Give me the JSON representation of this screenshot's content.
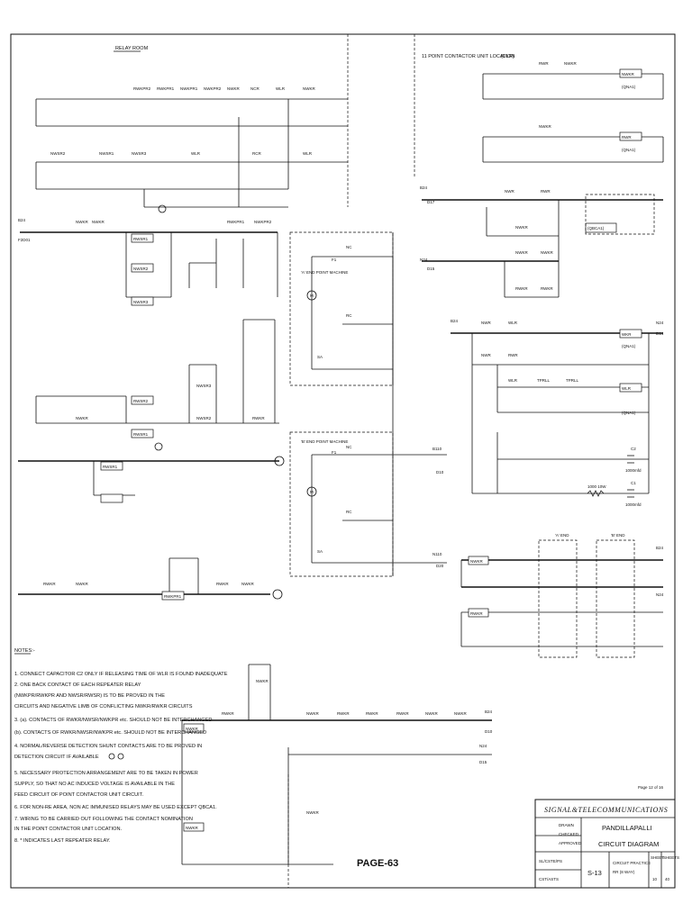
{
  "header": {
    "relay_room": "RELAY ROOM",
    "contactor_location": "11 POINT CONTACTOR UNIT LOCATION",
    "lr_label": "(ULR)"
  },
  "relays": {
    "left_top": [
      "RWKPR2",
      "RWKPR1",
      "NWKPR1",
      "NWKPR2",
      "NWKR",
      "NCR",
      "WLR",
      "NWKR"
    ],
    "left_row2": [
      "NWSR2",
      "NWSR1",
      "NWSR3",
      "WLR",
      "RCR",
      "WLR"
    ],
    "left_mid": [
      "NWKR",
      "NWKR",
      "RWSR1",
      "NWSR2",
      "NWSR3",
      "RWKPR1",
      "NWKPR2"
    ],
    "left_lower": [
      "RWSR2",
      "RWSR1",
      "NWSR3",
      "NWSR2",
      "RWSR1",
      "NWKR",
      "RWKR"
    ],
    "left_bottom": [
      "RWKR",
      "NWKR",
      "RWKPR1",
      "RWKR",
      "NWKR"
    ],
    "right_top": [
      "NWKR",
      "RWR",
      "RWR",
      "NWKR",
      "NWKR"
    ],
    "right_mid": [
      "NWR",
      "RWR",
      "NWKR",
      "NWKR",
      "RWKR",
      "NWKR",
      "RWKR"
    ],
    "right_lower": [
      "NWR",
      "WLR",
      "WKR",
      "NWR",
      "RWR",
      "WLR",
      "TPRLL",
      "TPRLL"
    ],
    "bottom_row": [
      "NWKR",
      "NWKR",
      "RWKR",
      "NWKR",
      "NWKR",
      "RWKR",
      "RWKR",
      "RWKR",
      "NWKR",
      "NWKR",
      "NWKR"
    ]
  },
  "terminals": {
    "b24": "B24",
    "n24": "N24",
    "b110": "B110",
    "n110": "N110",
    "f201": "F2D01",
    "d10": "D10",
    "d14": "D14",
    "d15": "D15",
    "d17": "D17",
    "d20": "D20"
  },
  "point_machine": {
    "a_end": "'A' END POINT MACHINE",
    "b_end": "'B' END POINT MACHINE",
    "nc": "NC",
    "rc": "RC",
    "f1": "F1",
    "sa": "SA",
    "m": "M"
  },
  "qna": [
    "(QNA1)",
    "(QNA1)",
    "(QNA1)",
    "(QBCA1)",
    "(QNA1)"
  ],
  "end_labels": {
    "a": "'A' END",
    "b": "'B' END"
  },
  "components": {
    "resistor": "1000 10W",
    "cap1": "1000mfd",
    "cap2": "1000mfd",
    "c1": "C1",
    "c2": "C2"
  },
  "notes": {
    "title": "NOTES:-",
    "items": [
      "1. CONNECT CAPACITOR C2 ONLY IF RELEASING TIME OF WLR IS FOUND INADEQUATE",
      "2. ONE BACK CONTACT OF EACH REPEATER RELAY",
      "   (NWKPR/RWKPR AND NWSR/RWSR) IS TO BE PROVED IN THE",
      "   CIRCUITS AND NEGATIVE LIMB OF CONFLICTING NWKR/RWKR CIRCUITS",
      "3. (a). CONTACTS OF RWKR/NWSR/NWKPR etc. SHOULD NOT BE INTERCHANGED",
      "   (b). CONTACTS OF RWKR/NWSR/NWKPR etc. SHOULD NOT BE INTERCHANGED",
      "4. NORMAL/REVERSE DETECTION SHUNT CONTACTS ARE TO BE PROVED IN",
      "   DETECTION CIRCUIT IF AVAILABLE",
      "5. NECESSARY PROTECTION ARRANGEMENT ARE TO BE TAKEN IN POWER",
      "   SUPPLY, SO THAT NO AC INDUCED VOLTAGE IS AVAILABLE IN THE",
      "   FEED CIRCUIT OF POINT CONTACTOR UNIT CIRCUIT.",
      "6. FOR NON-RE AREA, NON AC IMMUNISED RELAYS MAY BE USED EXCEPT QBCA1.",
      "7. WIRING TO BE CARRIED OUT FOLLOWING THE CONTACT NOMINATION",
      "   IN THE POINT CONTACTOR UNIT LOCATION.",
      "8. * INDICATES LAST REPEATER RELAY."
    ]
  },
  "page_label": "PAGE-63",
  "sheet_ref": "Page 12 of 16",
  "title_block": {
    "org": "SIGNAL&TELECOMMUNICATIONS",
    "station": "PANDILLAPALLI",
    "diagram": "CIRCUIT DIAGRAM",
    "rows_left": [
      "DRAWN",
      "CHECKED",
      "APPROVED"
    ],
    "code1": "SL/CSTE/PS",
    "code2": "CST/ASTS",
    "ref": "S-13",
    "practice1": "CIRCUIT PRACTICE",
    "practice2": "RR (8 WAY)",
    "sheet_hdr1": "SHEET",
    "sheet_hdr2": "SHEETS",
    "sheet_no": "10",
    "sheets_total": "40"
  }
}
